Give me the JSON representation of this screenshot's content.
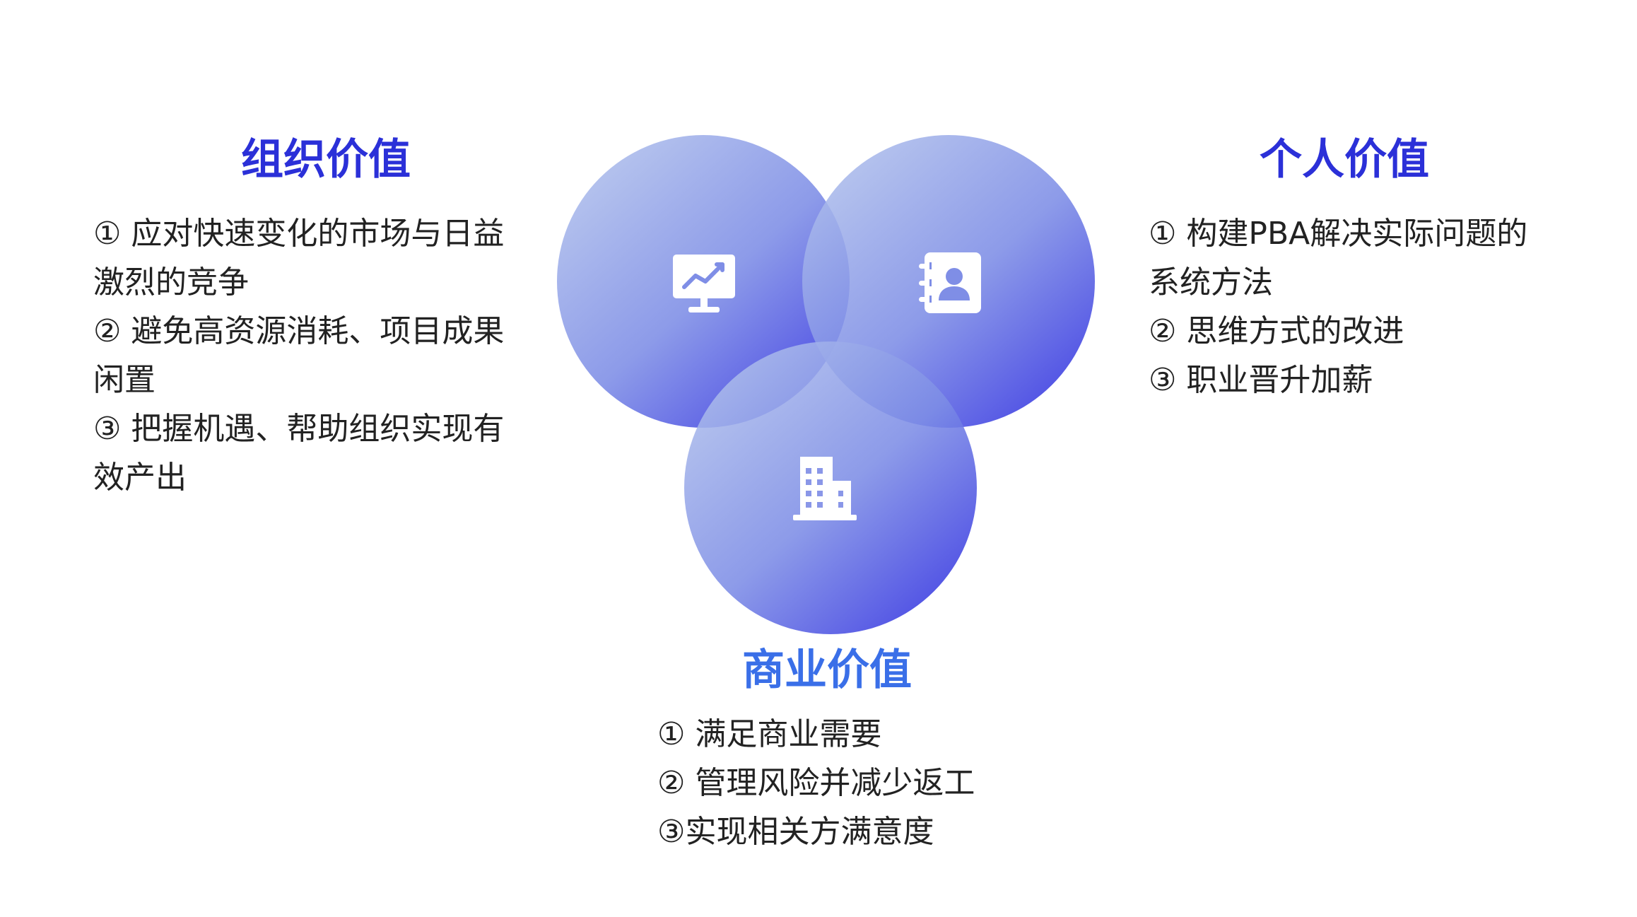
{
  "colors": {
    "circle_light": "#a9b8ea",
    "circle_dark": "#3232e0",
    "title_org": "#2b30d8",
    "title_personal": "#2b30d8",
    "title_business": "#3a6fe8",
    "body_text": "#222222",
    "icon": "#ffffff"
  },
  "icons": {
    "top_left_circle": "monitor-chart-icon",
    "top_right_circle": "contact-book-icon",
    "bottom_circle": "building-icon"
  },
  "panels": {
    "org": {
      "title": "组织价值",
      "items": [
        "① 应对快速变化的市场与日益激烈的竞争",
        "② 避免高资源消耗、项目成果闲置",
        "③ 把握机遇、帮助组织实现有效产出"
      ]
    },
    "personal": {
      "title": "个人价值",
      "items": [
        "① 构建PBA解决实际问题的系统方法",
        "② 思维方式的改进",
        "③ 职业晋升加薪"
      ]
    },
    "business": {
      "title": "商业价值",
      "items": [
        "① 满足商业需要",
        "② 管理风险并减少返工",
        "③实现相关方满意度"
      ]
    }
  }
}
